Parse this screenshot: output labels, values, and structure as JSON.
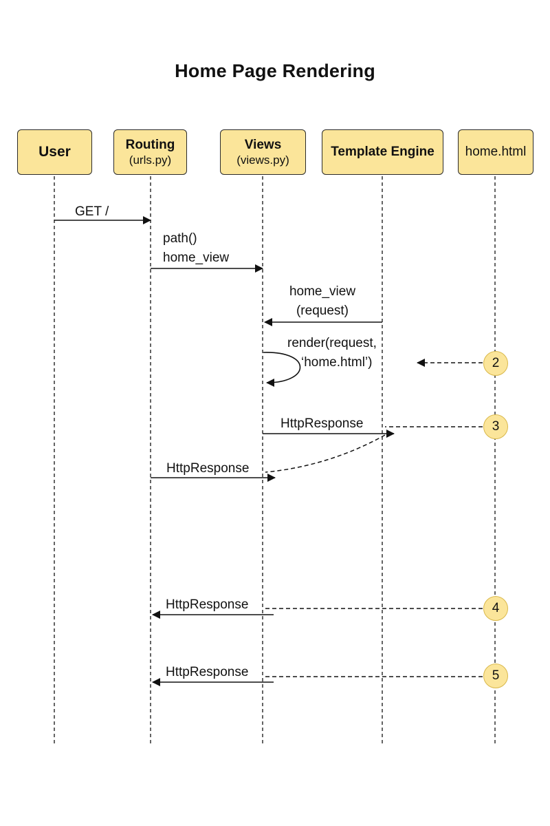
{
  "title": "Home Page Rendering",
  "participants": [
    {
      "name": "User",
      "sub": ""
    },
    {
      "name": "Routing",
      "sub": "(urls.py)"
    },
    {
      "name": "Views",
      "sub": "(views.py)"
    },
    {
      "name": "Template Engine",
      "sub": ""
    },
    {
      "name": "home.html",
      "sub": ""
    }
  ],
  "messages": {
    "get": "GET /",
    "path_line1": "path()",
    "path_line2": "home_view",
    "home_view_line1": "home_view",
    "home_view_line2": "(request)",
    "render_line1": "render(request,",
    "render_line2": "‘home.html’)",
    "response_views_to_engine": "HttpResponse",
    "response_routing_to_views": "HttpResponse",
    "response_4": "HttpResponse",
    "response_5": "HttpResponse"
  },
  "steps": [
    "2",
    "3",
    "4",
    "5"
  ]
}
